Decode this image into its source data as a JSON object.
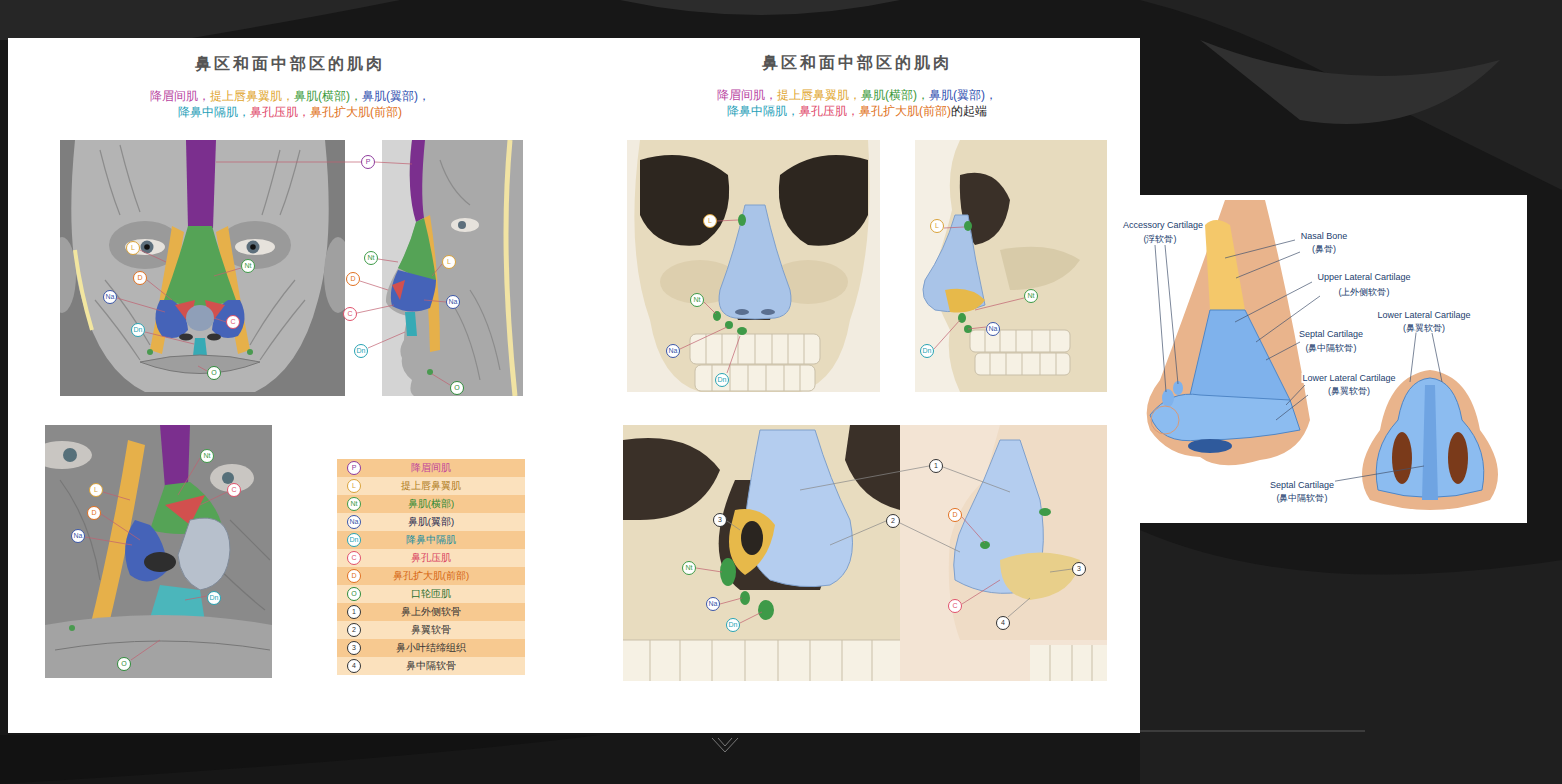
{
  "diagram": {
    "title": "鼻区和面中部区的肌肉",
    "labels": [
      "鼻区和面中部区的肌肉",
      "降眉间肌，",
      "提上唇鼻翼肌，",
      "鼻肌(横部)，",
      "鼻肌(翼部)，",
      "降鼻中隔肌，",
      "鼻孔压肌，",
      "鼻孔扩大肌(前部)",
      "降眉间肌，",
      "提上唇鼻翼肌，",
      "鼻肌(横部)，",
      "鼻肌(翼部)，",
      "降鼻中隔肌，",
      "鼻孔压肌，",
      "鼻孔扩大肌(前部)",
      "的起端",
      "P",
      "L",
      "D",
      "Na",
      "Nt",
      "C",
      "Dn",
      "O",
      "Nt",
      "L",
      "D",
      "Na",
      "C",
      "Dn",
      "O",
      "Nt",
      "L",
      "C",
      "D",
      "Na",
      "Dn",
      "O",
      "P",
      "降眉间肌",
      "L",
      "提上唇鼻翼肌",
      "Nt",
      "鼻肌(横部)",
      "Na",
      "鼻肌(翼部)",
      "Dn",
      "降鼻中隔肌",
      "C",
      "鼻孔压肌",
      "D",
      "鼻孔扩大肌(前部)",
      "O",
      "口轮匝肌",
      "1",
      "鼻上外侧软骨",
      "2",
      "鼻翼软骨",
      "3",
      "鼻小叶结缔组织",
      "4",
      "鼻中隔软骨",
      "L",
      "Nt",
      "Na",
      "Dn",
      "L",
      "Nt",
      "Na",
      "Dn",
      "1",
      "3",
      "2",
      "Nt",
      "Na",
      "Dn",
      "D",
      "3",
      "C",
      "4",
      "Accessory Cartilage",
      "(浮软骨)",
      "Nasal Bone",
      "(鼻骨)",
      "Upper Lateral Cartilage",
      "(上外侧软骨)",
      "Septal Cartilage",
      "(鼻中隔软骨)",
      "Lower Lateral Cartilage",
      "(鼻翼软骨)",
      "Lower Lateral Cartilage",
      "(鼻翼软骨)",
      "Septal Cartilage",
      "(鼻中隔软骨)"
    ]
  }
}
